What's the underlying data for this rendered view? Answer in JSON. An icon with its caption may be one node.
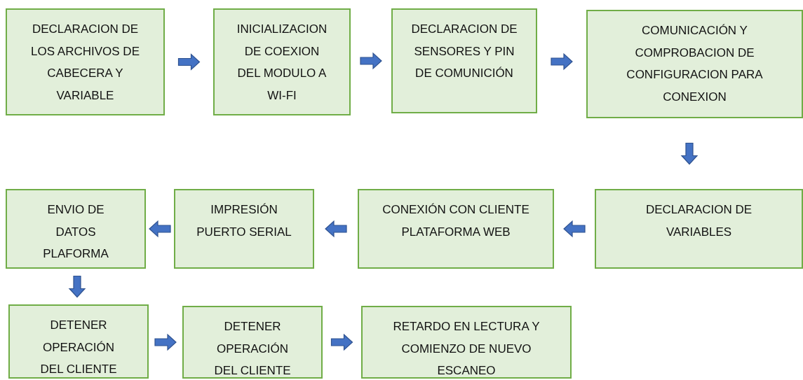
{
  "diagram": {
    "nodes": [
      {
        "text": [
          "DECLARACION DE LOS ARCHIVOS DE CABECERA Y VARIABLE"
        ]
      },
      {
        "text": [
          "INICIALIZACION DE COEXION DEL MODULO A WI-FI"
        ]
      },
      {
        "text": [
          "DECLARACION DE SENSORES Y PIN DE COMUNICIÓN"
        ]
      },
      {
        "text": [
          "COMUNICACIÓN Y COMPROBACION DE CONFIGURACION PARA CONEXION"
        ]
      },
      {
        "text": [
          "DECLARACION DE VARIABLES"
        ]
      },
      {
        "text": [
          "CONEXIÓN CON CLIENTE PLATAFORMA WEB"
        ]
      },
      {
        "text": [
          "IMPRESIÓN PUERTO SERIAL"
        ]
      },
      {
        "text": [
          "ENVIO DE DATOS PLAFORMA"
        ]
      },
      {
        "text": [
          "DETENER OPERACIÓN DEL CLIENTE"
        ]
      },
      {
        "text": [
          "DETENER OPERACIÓN DEL CLIENTE"
        ]
      },
      {
        "text": [
          "RETARDO EN LECTURA Y COMIENZO DE NUEVO ESCANEO"
        ]
      }
    ],
    "edges": [
      {
        "from": 0,
        "to": 1,
        "arrow": "to"
      },
      {
        "from": 1,
        "to": 2,
        "arrow": "to"
      },
      {
        "from": 2,
        "to": 3,
        "arrow": "to"
      },
      {
        "from": 3,
        "to": 4,
        "arrow": "to"
      },
      {
        "from": 4,
        "to": 5,
        "arrow": "to"
      },
      {
        "from": 5,
        "to": 6,
        "arrow": "to"
      },
      {
        "from": 6,
        "to": 7,
        "arrow": "to"
      },
      {
        "from": 7,
        "to": 8,
        "arrow": "to"
      },
      {
        "from": 8,
        "to": 9,
        "arrow": "to"
      },
      {
        "from": 9,
        "to": 10,
        "arrow": "to"
      }
    ]
  }
}
